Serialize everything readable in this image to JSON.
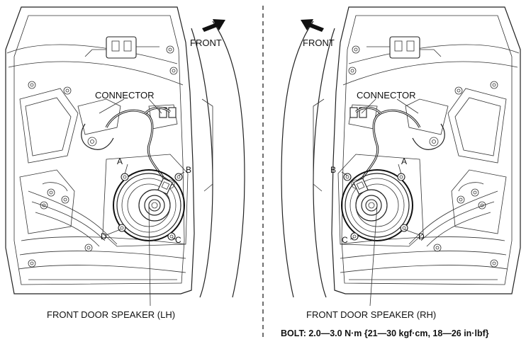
{
  "labels": {
    "front": "FRONT",
    "connector": "CONNECTOR",
    "speaker_lh": "FRONT DOOR SPEAKER (LH)",
    "speaker_rh": "FRONT DOOR SPEAKER (RH)",
    "point_a": "A",
    "point_b": "B",
    "point_c": "C",
    "point_d": "D",
    "bolt_spec": "BOLT: 2.0—3.0 N·m {21—30 kgf·cm, 18—26 in·lbf}"
  }
}
